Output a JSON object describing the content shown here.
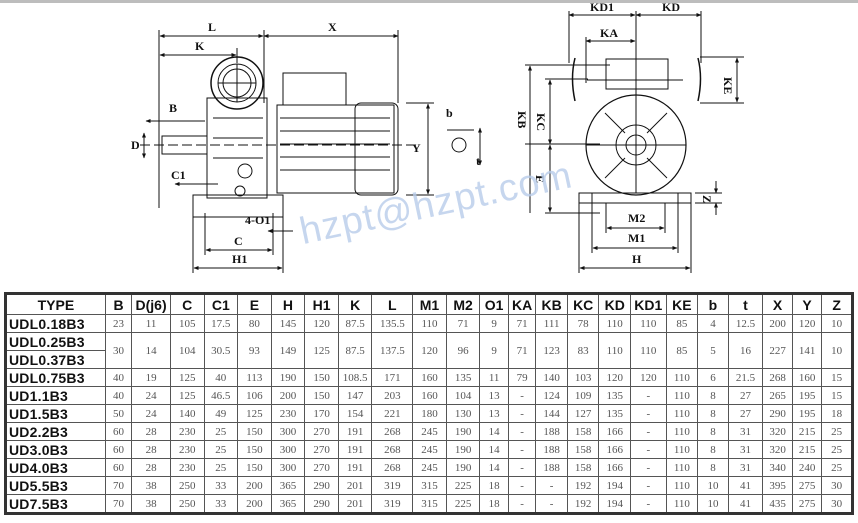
{
  "drawing": {
    "side_view_labels": {
      "L": "L",
      "X": "X",
      "K": "K",
      "B": "B",
      "D": "D",
      "C1": "C1",
      "Y": "Y",
      "O1": "4-O1",
      "C": "C",
      "H1": "H1",
      "b": "b",
      "t": "t"
    },
    "front_view_labels": {
      "KD1": "KD1",
      "KD": "KD",
      "KA": "KA",
      "KB": "KB",
      "KC": "KC",
      "KE": "KE",
      "E": "E",
      "Z": "Z",
      "M2": "M2",
      "M1": "M1",
      "H": "H"
    }
  },
  "watermark": "hzpt@hzpt.com",
  "table": {
    "headers": [
      "TYPE",
      "B",
      "D(j6)",
      "C",
      "C1",
      "E",
      "H",
      "H1",
      "K",
      "L",
      "M1",
      "M2",
      "O1",
      "KA",
      "KB",
      "KC",
      "KD",
      "KD1",
      "KE",
      "b",
      "t",
      "X",
      "Y",
      "Z"
    ],
    "rows": [
      {
        "type": "UDL0.18B3",
        "B": "23",
        "D": "11",
        "C": "105",
        "C1": "17.5",
        "E": "80",
        "H": "145",
        "H1": "120",
        "K": "87.5",
        "L": "135.5",
        "M1": "110",
        "M2": "71",
        "O1": "9",
        "KA": "71",
        "KB": "111",
        "KC": "78",
        "KD": "110",
        "KD1": "110",
        "KE": "85",
        "b": "4",
        "t": "12.5",
        "X": "200",
        "Y": "120",
        "Z": "10"
      },
      {
        "type": "UDL0.25B3",
        "type2": "UDL0.37B3",
        "B": "30",
        "D": "14",
        "C": "104",
        "C1": "30.5",
        "E": "93",
        "H": "149",
        "H1": "125",
        "K": "87.5",
        "L": "137.5",
        "M1": "120",
        "M2": "96",
        "O1": "9",
        "KA": "71",
        "KB": "123",
        "KC": "83",
        "KD": "110",
        "KD1": "110",
        "KE": "85",
        "b": "5",
        "t": "16",
        "X": "227",
        "Y": "141",
        "Z": "10"
      },
      {
        "type": "UDL0.75B3",
        "B": "40",
        "D": "19",
        "C": "125",
        "C1": "40",
        "E": "113",
        "H": "190",
        "H1": "150",
        "K": "108.5",
        "L": "171",
        "M1": "160",
        "M2": "135",
        "O1": "11",
        "KA": "79",
        "KB": "140",
        "KC": "103",
        "KD": "120",
        "KD1": "120",
        "KE": "110",
        "b": "6",
        "t": "21.5",
        "X": "268",
        "Y": "160",
        "Z": "15"
      },
      {
        "type": "UD1.1B3",
        "B": "40",
        "D": "24",
        "C": "125",
        "C1": "46.5",
        "E": "106",
        "H": "200",
        "H1": "150",
        "K": "147",
        "L": "203",
        "M1": "160",
        "M2": "104",
        "O1": "13",
        "KA": "-",
        "KB": "124",
        "KC": "109",
        "KD": "135",
        "KD1": "-",
        "KE": "110",
        "b": "8",
        "t": "27",
        "X": "265",
        "Y": "195",
        "Z": "15"
      },
      {
        "type": "UD1.5B3",
        "B": "50",
        "D": "24",
        "C": "140",
        "C1": "49",
        "E": "125",
        "H": "230",
        "H1": "170",
        "K": "154",
        "L": "221",
        "M1": "180",
        "M2": "130",
        "O1": "13",
        "KA": "-",
        "KB": "144",
        "KC": "127",
        "KD": "135",
        "KD1": "-",
        "KE": "110",
        "b": "8",
        "t": "27",
        "X": "290",
        "Y": "195",
        "Z": "18"
      },
      {
        "type": "UD2.2B3",
        "B": "60",
        "D": "28",
        "C": "230",
        "C1": "25",
        "E": "150",
        "H": "300",
        "H1": "270",
        "K": "191",
        "L": "268",
        "M1": "245",
        "M2": "190",
        "O1": "14",
        "KA": "-",
        "KB": "188",
        "KC": "158",
        "KD": "166",
        "KD1": "-",
        "KE": "110",
        "b": "8",
        "t": "31",
        "X": "320",
        "Y": "215",
        "Z": "25"
      },
      {
        "type": "UD3.0B3",
        "B": "60",
        "D": "28",
        "C": "230",
        "C1": "25",
        "E": "150",
        "H": "300",
        "H1": "270",
        "K": "191",
        "L": "268",
        "M1": "245",
        "M2": "190",
        "O1": "14",
        "KA": "-",
        "KB": "188",
        "KC": "158",
        "KD": "166",
        "KD1": "-",
        "KE": "110",
        "b": "8",
        "t": "31",
        "X": "320",
        "Y": "215",
        "Z": "25"
      },
      {
        "type": "UD4.0B3",
        "B": "60",
        "D": "28",
        "C": "230",
        "C1": "25",
        "E": "150",
        "H": "300",
        "H1": "270",
        "K": "191",
        "L": "268",
        "M1": "245",
        "M2": "190",
        "O1": "14",
        "KA": "-",
        "KB": "188",
        "KC": "158",
        "KD": "166",
        "KD1": "-",
        "KE": "110",
        "b": "8",
        "t": "31",
        "X": "340",
        "Y": "240",
        "Z": "25"
      },
      {
        "type": "UD5.5B3",
        "B": "70",
        "D": "38",
        "C": "250",
        "C1": "33",
        "E": "200",
        "H": "365",
        "H1": "290",
        "K": "201",
        "L": "319",
        "M1": "315",
        "M2": "225",
        "O1": "18",
        "KA": "-",
        "KB": "-",
        "KC": "192",
        "KD": "194",
        "KD1": "-",
        "KE": "110",
        "b": "10",
        "t": "41",
        "X": "395",
        "Y": "275",
        "Z": "30"
      },
      {
        "type": "UD7.5B3",
        "B": "70",
        "D": "38",
        "C": "250",
        "C1": "33",
        "E": "200",
        "H": "365",
        "H1": "290",
        "K": "201",
        "L": "319",
        "M1": "315",
        "M2": "225",
        "O1": "18",
        "KA": "-",
        "KB": "-",
        "KC": "192",
        "KD": "194",
        "KD1": "-",
        "KE": "110",
        "b": "10",
        "t": "41",
        "X": "435",
        "Y": "275",
        "Z": "30"
      }
    ]
  }
}
